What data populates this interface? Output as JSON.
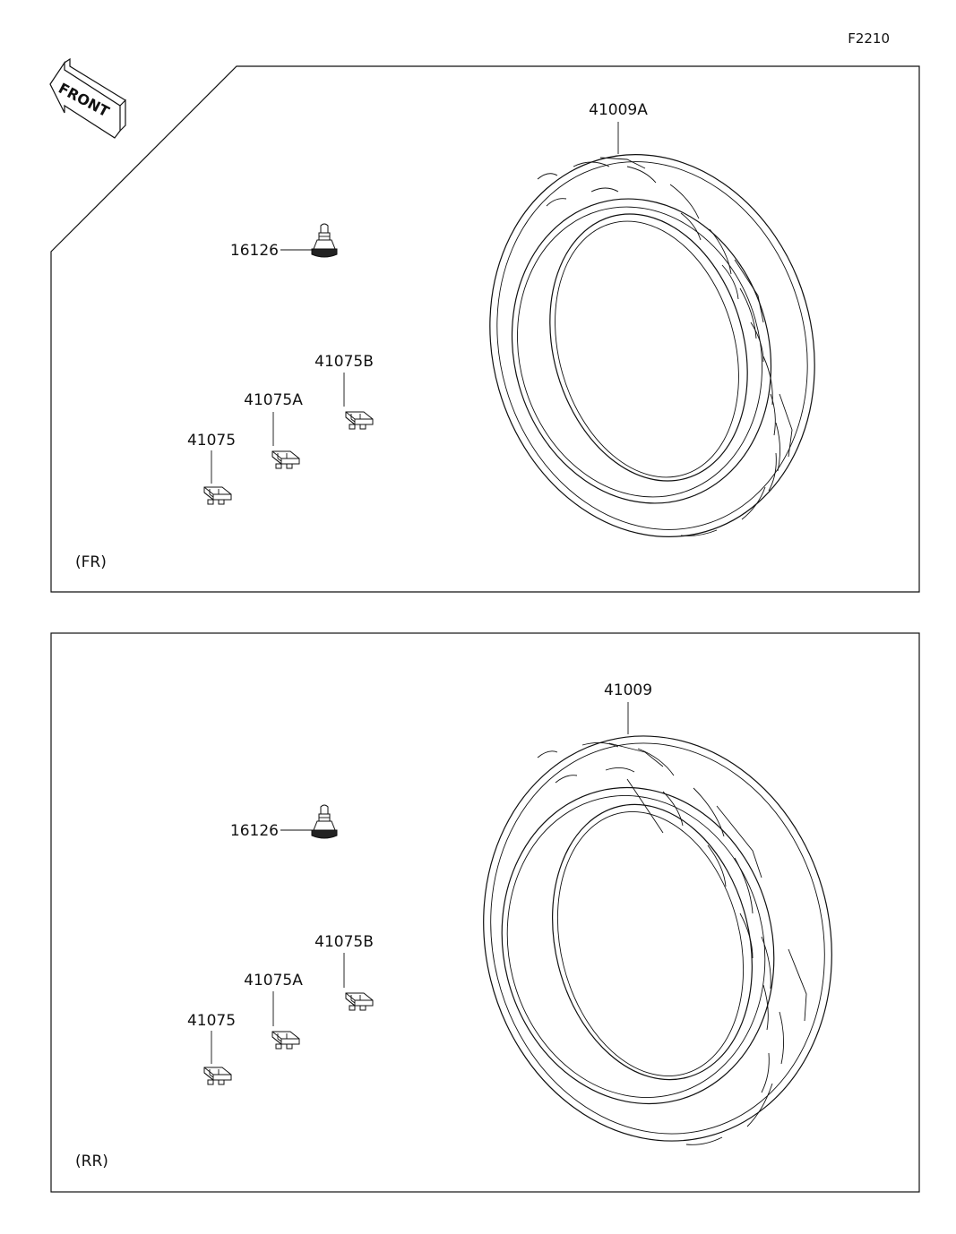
{
  "figure_id": "F2210",
  "front_indicator": "FRONT",
  "panels": [
    {
      "tag": "(FR)",
      "labels": {
        "tire": "41009A",
        "valve": "16126",
        "weight_b": "41075B",
        "weight_a": "41075A",
        "weight": "41075"
      }
    },
    {
      "tag": "(RR)",
      "labels": {
        "tire": "41009",
        "valve": "16126",
        "weight_b": "41075B",
        "weight_a": "41075A",
        "weight": "41075"
      }
    }
  ]
}
